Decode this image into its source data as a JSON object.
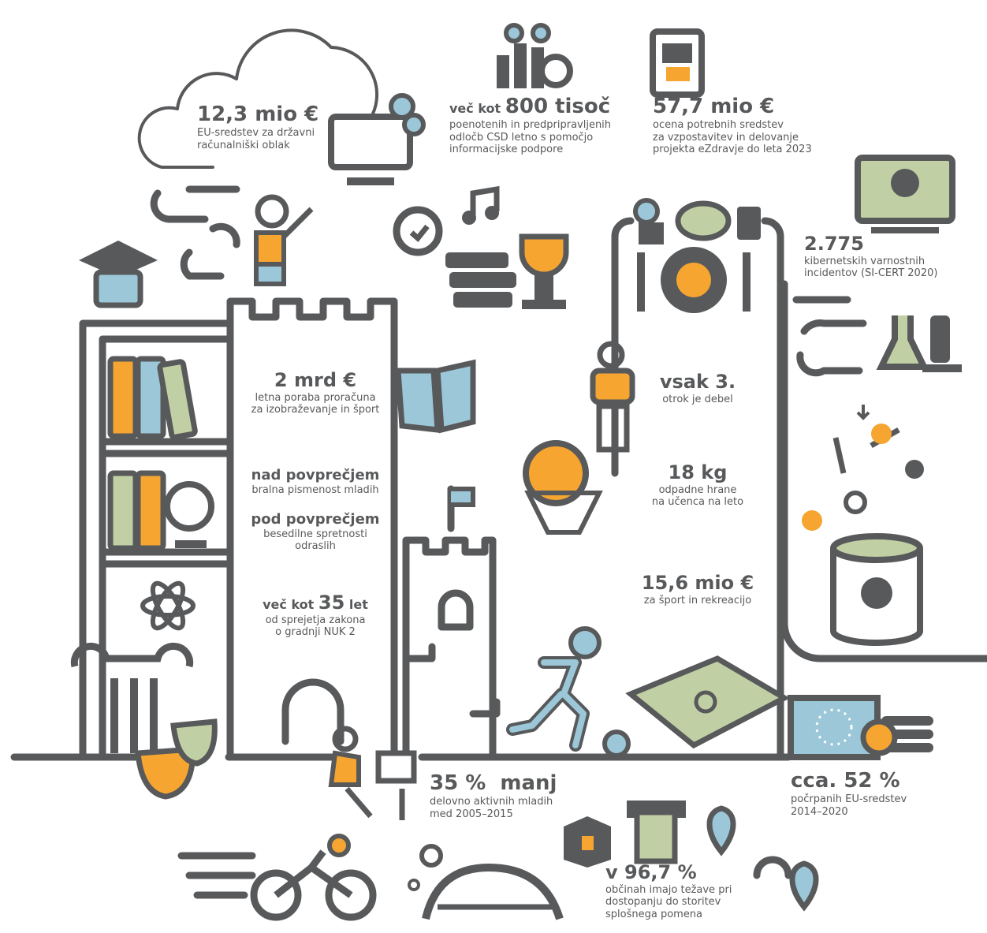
{
  "colors": {
    "gray": "#58595b",
    "orange": "#f6a531",
    "blue": "#9bc7d8",
    "green": "#c1d0a4",
    "eu_blue": "#3b6fb6"
  },
  "icons": [
    "cloud-icon",
    "computer-gear-icon",
    "team-chart-icon",
    "tablet-health-icon",
    "mortarboard-icon",
    "girl-waving-icon",
    "music-note-icon",
    "clock-icon",
    "books-stack-icon",
    "trophy-icon",
    "food-icon",
    "plate-cutlery-icon",
    "virus-computer-icon",
    "lab-flask-icon",
    "books-shelf-icon",
    "globe-icon",
    "atom-icon",
    "column-icon",
    "theatre-masks-icon",
    "open-book-icon",
    "castle-tower-icon",
    "child-figure-icon",
    "basketball-icon",
    "recycle-bin-icon",
    "runner-icon",
    "football-field-icon",
    "eu-flag-icon",
    "coins-icon",
    "person-laptop-icon",
    "cyclist-icon",
    "stadium-icon",
    "package-icon",
    "atm-icon",
    "location-pin-icon"
  ],
  "stats": {
    "cloud": {
      "value": "12,3 mio €",
      "desc1": "EU-sredstev za državni",
      "desc2": "računalniški oblak"
    },
    "csd": {
      "prefix": "več kot",
      "value": "800 tisoč",
      "desc1": "poenotenih in predpripravljenih",
      "desc2": "odločb CSD letno s pomočjo",
      "desc3": "informacijske podpore"
    },
    "ezdravje": {
      "value": "57,7 mio €",
      "desc1": "ocena potrebnih sredstev",
      "desc2": "za vzpostavitev in delovanje",
      "desc3": "projekta eZdravje do leta 2023"
    },
    "cyber": {
      "value": "2.775",
      "desc1": "kibernetskih varnostnih",
      "desc2": "incidentov (SI-CERT 2020)"
    },
    "education": {
      "value": "2 mrd €",
      "desc1": "letna poraba proračuna",
      "desc2": "za izobraževanje in šport"
    },
    "literacy": {
      "value": "nad povprečjem",
      "desc": "bralna pismenost mladih"
    },
    "adults": {
      "value": "pod povprečjem",
      "desc1": "besedilne spretnosti",
      "desc2": "odraslih"
    },
    "nuk": {
      "prefix": "več kot",
      "value": "35",
      "suffix": "let",
      "desc1": "od sprejetja zakona",
      "desc2": "o gradnji NUK 2"
    },
    "obesity": {
      "value": "vsak 3.",
      "desc": "otrok je debel"
    },
    "waste": {
      "value": "18 kg",
      "desc1": "odpadne hrane",
      "desc2": "na učenca na leto"
    },
    "sport": {
      "value": "15,6 mio €",
      "desc": "za šport in rekreacijo"
    },
    "youth": {
      "value": "35 %  manj",
      "desc1": "delovno aktivnih mladih",
      "desc2": "med 2005–2015"
    },
    "eu_funds": {
      "value": "cca. 52 %",
      "desc1": "počrpanih EU-sredstev",
      "desc2": "2014–2020"
    },
    "services": {
      "value": "v 96,7 %",
      "desc1": "občinah imajo težave pri",
      "desc2": "dostopanju do storitev",
      "desc3": "splošnega pomena"
    }
  }
}
